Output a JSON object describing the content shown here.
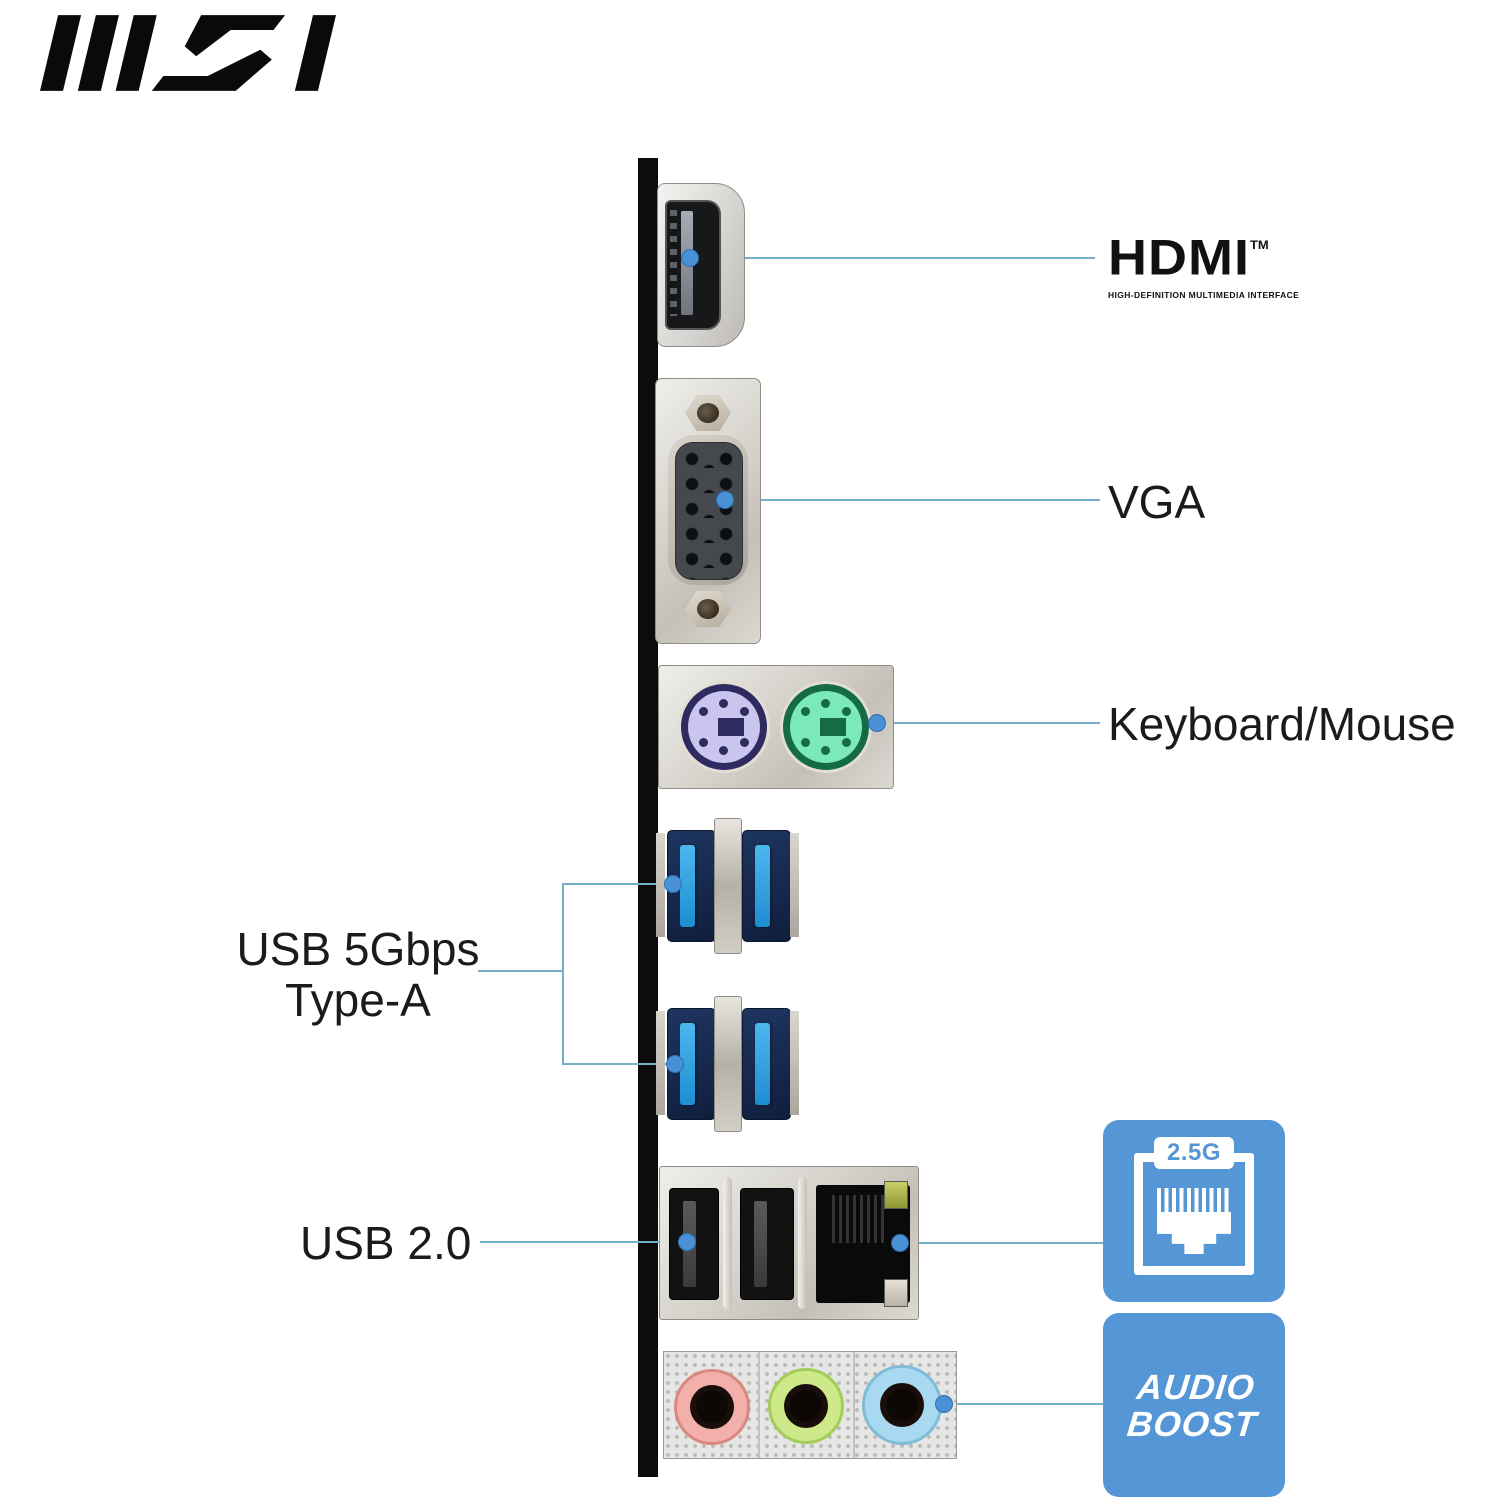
{
  "brand": {
    "logo_text": "MSI"
  },
  "callouts": {
    "hdmi": {
      "label": "HDMI",
      "trademark": "TM",
      "subtitle": "HIGH-DEFINITION MULTIMEDIA INTERFACE"
    },
    "vga": {
      "label": "VGA"
    },
    "keyboard_mouse": {
      "label": "Keyboard/Mouse"
    },
    "usb5gbps": {
      "label_line1": "USB 5Gbps",
      "label_line2": "Type-A"
    },
    "usb2": {
      "label": "USB 2.0"
    },
    "lan_badge": {
      "speed": "2.5G"
    },
    "audio_badge": {
      "line1": "AUDIO",
      "line2": "BOOST"
    }
  },
  "ports": {
    "hdmi": "HDMI port",
    "vga": "VGA port",
    "ps2_keyboard": "PS/2 keyboard port (purple)",
    "ps2_mouse": "PS/2 mouse port (green)",
    "usb3_typea_count": 4,
    "usb2_count": 2,
    "lan": "RJ45 2.5G LAN port",
    "audio_jacks": [
      "mic (pink)",
      "line-out (green)",
      "line-in (blue)"
    ]
  },
  "colors": {
    "callout_line": "#74aec9",
    "callout_dot": "#4a90d5",
    "badge_blue": "#5596d6",
    "io_shield_black": "#0c0c0c",
    "usb3_blue": "#2f9fe0",
    "ps2_keyboard_purple": "#c9c5ee",
    "ps2_mouse_green": "#7ce9b8",
    "audio_pink": "#f3b0aa",
    "audio_green": "#cde98a",
    "audio_blue": "#a9d9f0"
  }
}
